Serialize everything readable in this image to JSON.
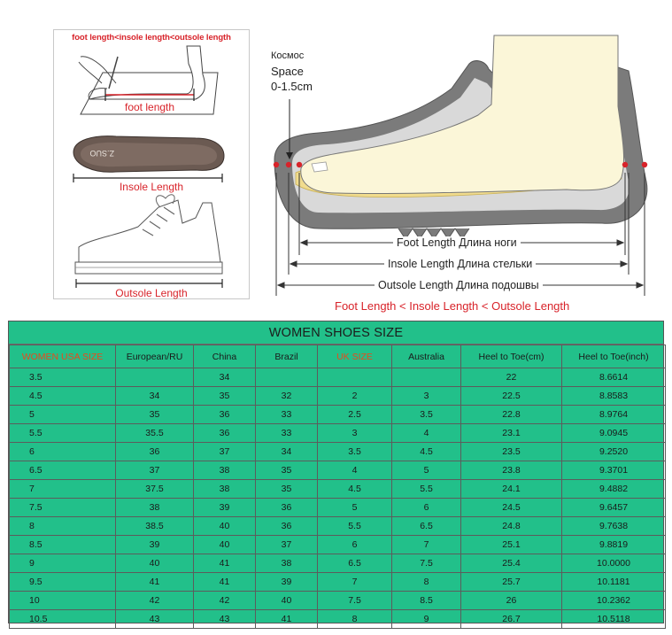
{
  "panel": {
    "top_caption": "foot length<insole length<outsole length",
    "foot_caption": "foot length",
    "insole_caption": "Insole Length",
    "outsole_caption": "Outsole Length",
    "insole_brand": "Z.SUO"
  },
  "diagram": {
    "space_ru": "Космос",
    "space_en": "Space",
    "space_range": "0-1.5cm",
    "foot_length": "Foot Length  Длина ноги",
    "insole_length": "Insole Length  Длина стельки",
    "outsole_length": "Outsole Length  Длина подошвы",
    "relation": "Foot Length < Insole Length < Outsole Length",
    "colors": {
      "accent": "#d8232a",
      "table_bg": "#22c08a",
      "header_highlight": "#e84a1d"
    }
  },
  "table": {
    "title": "WOMEN SHOES SIZE",
    "headers": [
      "WOMEN USA SIZE",
      "European/RU",
      "China",
      "Brazil",
      "UK SIZE",
      "Australia",
      "Heel to Toe(cm)",
      "Heel to Toe(inch)"
    ],
    "rows": [
      [
        "3.5",
        "",
        "34",
        "",
        "",
        "",
        "22",
        "8.6614"
      ],
      [
        "4.5",
        "34",
        "35",
        "32",
        "2",
        "3",
        "22.5",
        "8.8583"
      ],
      [
        "5",
        "35",
        "36",
        "33",
        "2.5",
        "3.5",
        "22.8",
        "8.9764"
      ],
      [
        "5.5",
        "35.5",
        "36",
        "33",
        "3",
        "4",
        "23.1",
        "9.0945"
      ],
      [
        "6",
        "36",
        "37",
        "34",
        "3.5",
        "4.5",
        "23.5",
        "9.2520"
      ],
      [
        "6.5",
        "37",
        "38",
        "35",
        "4",
        "5",
        "23.8",
        "9.3701"
      ],
      [
        "7",
        "37.5",
        "38",
        "35",
        "4.5",
        "5.5",
        "24.1",
        "9.4882"
      ],
      [
        "7.5",
        "38",
        "39",
        "36",
        "5",
        "6",
        "24.5",
        "9.6457"
      ],
      [
        "8",
        "38.5",
        "40",
        "36",
        "5.5",
        "6.5",
        "24.8",
        "9.7638"
      ],
      [
        "8.5",
        "39",
        "40",
        "37",
        "6",
        "7",
        "25.1",
        "9.8819"
      ],
      [
        "9",
        "40",
        "41",
        "38",
        "6.5",
        "7.5",
        "25.4",
        "10.0000"
      ],
      [
        "9.5",
        "41",
        "41",
        "39",
        "7",
        "8",
        "25.7",
        "10.1181"
      ],
      [
        "10",
        "42",
        "42",
        "40",
        "7.5",
        "8.5",
        "26",
        "10.2362"
      ],
      [
        "10.5",
        "43",
        "43",
        "41",
        "8",
        "9",
        "26.7",
        "10.5118"
      ]
    ]
  }
}
